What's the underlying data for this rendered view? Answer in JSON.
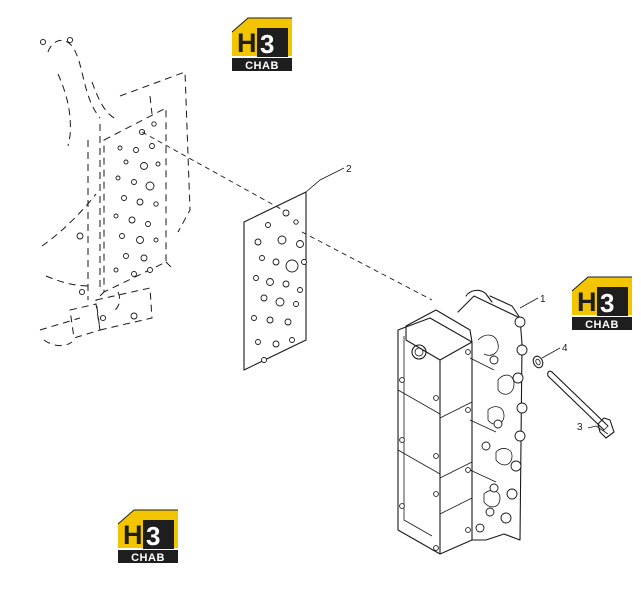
{
  "callouts": [
    {
      "id": "label-1",
      "text": "1"
    },
    {
      "id": "label-2",
      "text": "2"
    },
    {
      "id": "label-3",
      "text": "3"
    },
    {
      "id": "label-4",
      "text": "4"
    }
  ],
  "watermark": {
    "main": "H3",
    "sub": "CHAB"
  },
  "colors": {
    "logo_yellow": "#f2c500",
    "logo_dark": "#1e1e1e",
    "line": "#1a1a1a"
  }
}
